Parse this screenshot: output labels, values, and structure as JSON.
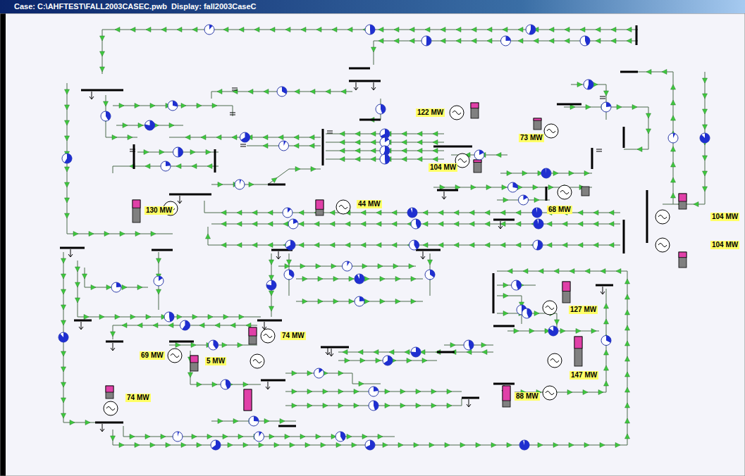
{
  "diagram": {
    "title": "Case: C:\\AHFTEST\\FALL2003CASEC.pwb  Display: fall2003CaseC",
    "labels": [
      "122 MW",
      "73 MW",
      "104 MW",
      "130 MW",
      "44 MW",
      "68 MW",
      "104 MW",
      "104 MW",
      "127 MW",
      "74 MW",
      "147 MW",
      "69 MW",
      "5 MW",
      "88 MW",
      "74 MW"
    ]
  }
}
